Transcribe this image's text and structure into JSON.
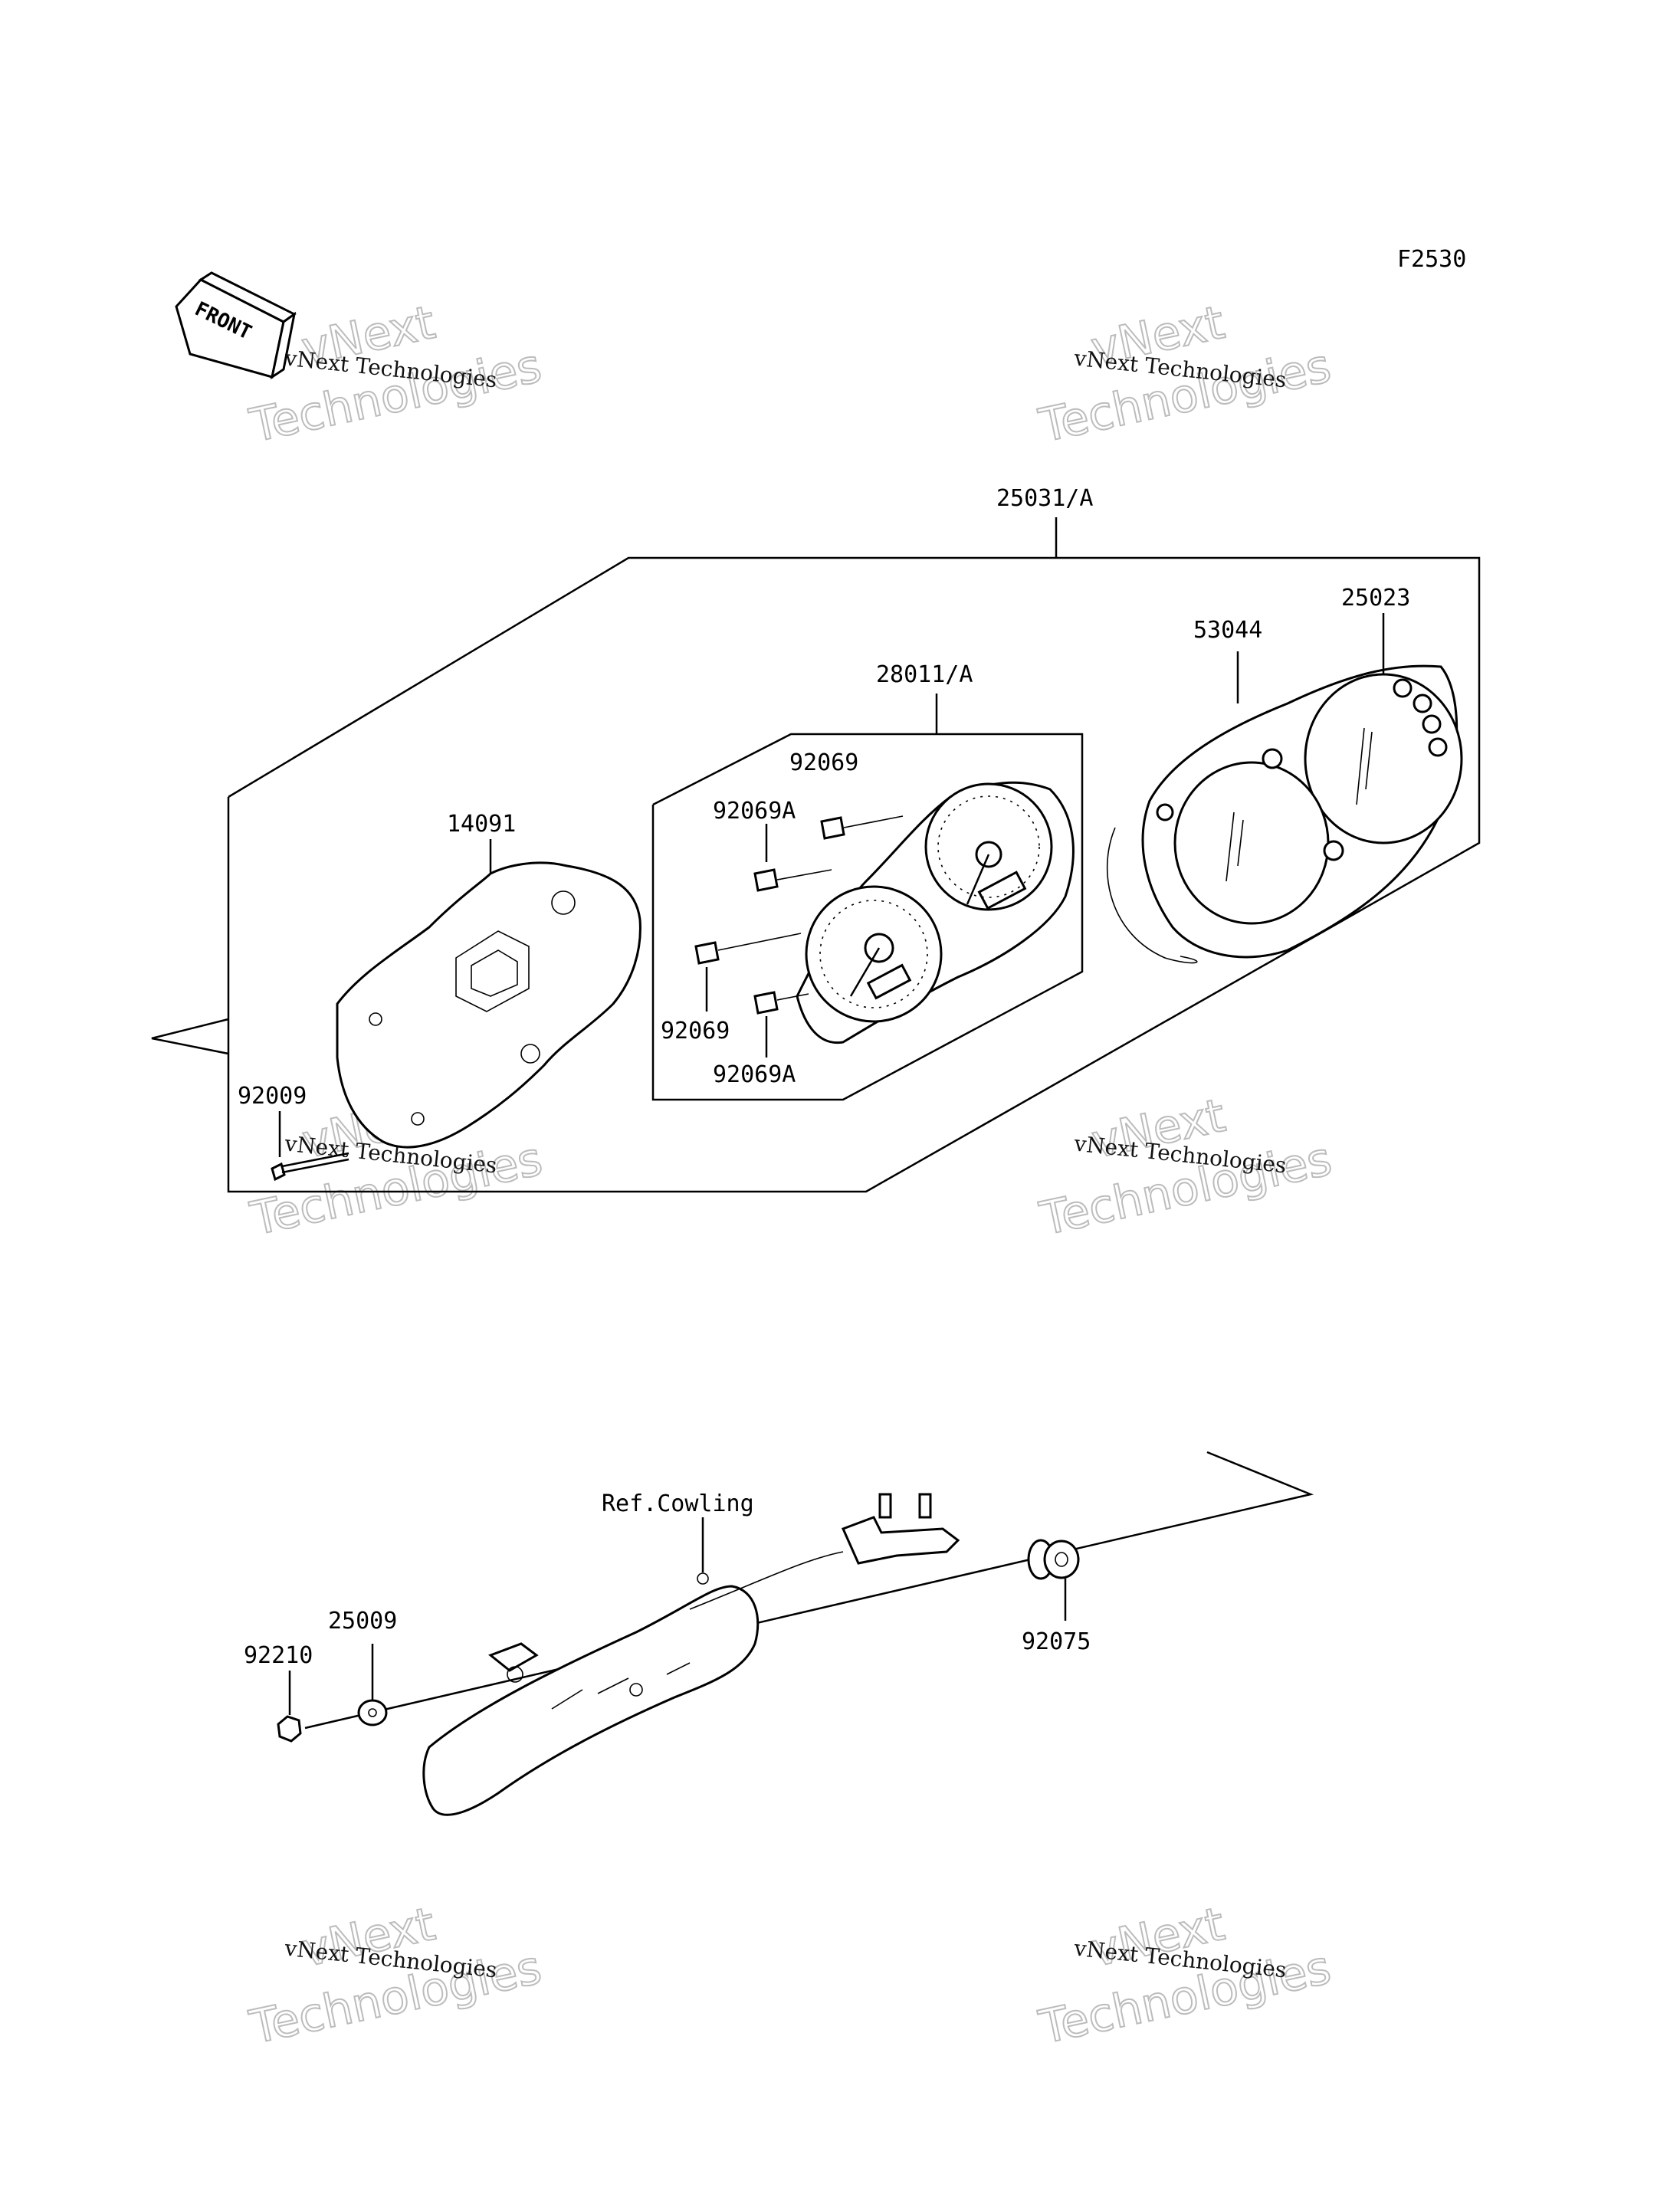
{
  "figure_code": "F2530",
  "front_arrow_label": "FRONT",
  "watermark": {
    "small": "vNext Technologies",
    "big_line1": "vNext",
    "big_line2": "Technologies"
  },
  "callouts": {
    "assembly": "25031/A",
    "meter_unit": "28011/A",
    "lens": "25023",
    "gasket": "53044",
    "case": "14091",
    "screw": "92009",
    "bulb_upper": "92069",
    "bulb_upper_a": "92069A",
    "bulb_lower": "92069",
    "bulb_lower_a": "92069A",
    "ref_cowling": "Ref.Cowling",
    "bracket_washer": "25009",
    "bracket_nut": "92210",
    "damper": "92075"
  }
}
